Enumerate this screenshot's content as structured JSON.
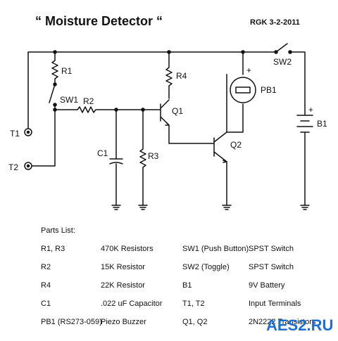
{
  "header": {
    "title": "“ Moisture Detector “",
    "author": "RGK 3-2-2011"
  },
  "schematic": {
    "labels": {
      "r1": "R1",
      "sw1": "SW1",
      "r2": "R2",
      "r4": "R4",
      "q1": "Q1",
      "pb1": "PB1",
      "sw2": "SW2",
      "b1": "B1",
      "plus_pb1": "+",
      "plus_b1": "+",
      "c1": "C1",
      "r3": "R3",
      "q2": "Q2",
      "t1": "T1",
      "t2": "T2"
    }
  },
  "parts": {
    "heading": "Parts List:",
    "rows": [
      [
        "R1, R3",
        "470K Resistors",
        "SW1 (Push Button)",
        "SPST Switch"
      ],
      [
        "R2",
        "15K Resistor",
        "SW2 (Toggle)",
        "SPST Switch"
      ],
      [
        "R4",
        "22K Resistor",
        "B1",
        "9V Battery"
      ],
      [
        "C1",
        ".022 uF Capacitor",
        "T1, T2",
        "Input Terminals"
      ],
      [
        "PB1 (RS273-059)",
        "Piezo Buzzer",
        "Q1, Q2",
        "2N2222 Transistors"
      ]
    ]
  },
  "watermark": "AES2.RU"
}
